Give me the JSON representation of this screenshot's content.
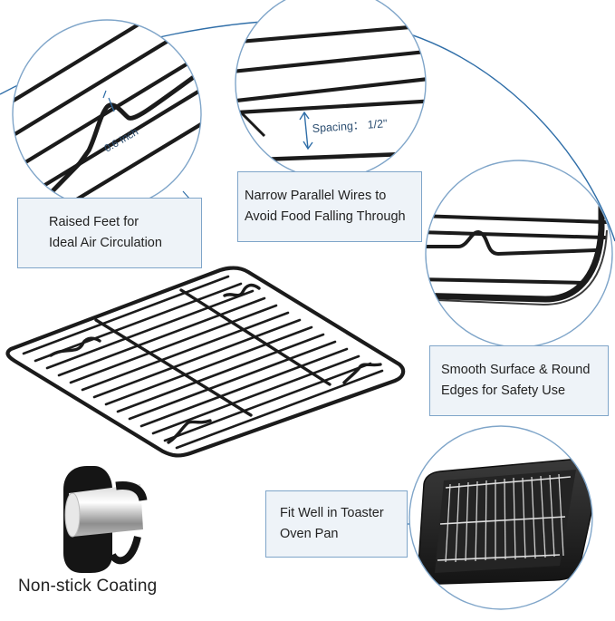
{
  "features": {
    "raised_feet": {
      "line1": "Raised Feet for",
      "line2": "Ideal Air Circulation"
    },
    "narrow_wires": {
      "line1": "Narrow Parallel Wires to",
      "line2": "Avoid Food Falling Through"
    },
    "smooth_edges": {
      "line1": "Smooth Surface & Round",
      "line2": "Edges for Safety Use"
    },
    "toaster_fit": {
      "line1": "Fit Well in Toaster",
      "line2": "Oven Pan"
    }
  },
  "measurements": {
    "foot_height": "0.6 Inch",
    "wire_spacing": "Spacing： 1/2\""
  },
  "coating": {
    "label": "Non-stick Coating"
  },
  "colors": {
    "accent_blue": "#2f6ea8",
    "callout_border": "#7fa5c9",
    "callout_fill": "#eef3f8",
    "wire": "#1b1b1b"
  }
}
